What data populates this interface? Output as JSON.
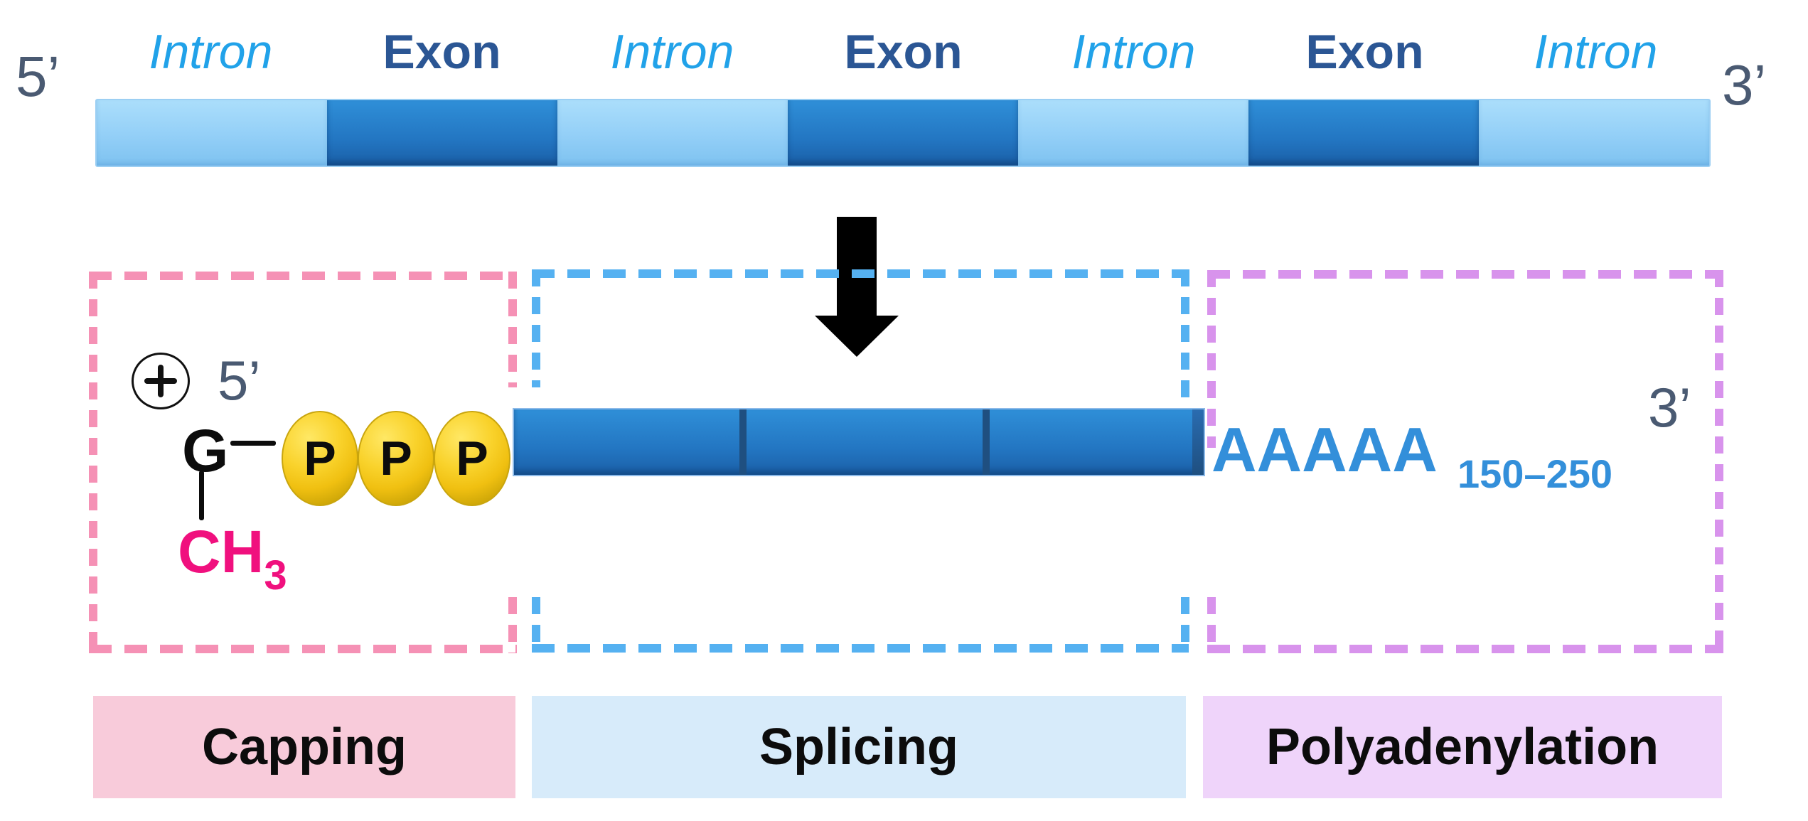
{
  "pre_mrna": {
    "five_prime_label": "5’",
    "three_prime_label": "3’",
    "segments": [
      {
        "type": "intron",
        "label": "Intron"
      },
      {
        "type": "exon",
        "label": "Exon"
      },
      {
        "type": "intron",
        "label": "Intron"
      },
      {
        "type": "exon",
        "label": "Exon"
      },
      {
        "type": "intron",
        "label": "Intron"
      },
      {
        "type": "exon",
        "label": "Exon"
      },
      {
        "type": "intron",
        "label": "Intron"
      }
    ]
  },
  "process_arrow": {
    "icon": "down-arrow",
    "color": "#000000"
  },
  "mrna": {
    "five_prime_label": "5’",
    "three_prime_label": "3’",
    "cap": {
      "plus_symbol": "+",
      "guanine_label": "G",
      "methyl_label": "CH",
      "methyl_subscript": "3",
      "phosphate_labels": [
        "P",
        "P",
        "P"
      ]
    },
    "exon_segment_count": 3,
    "poly_a_tail": "AAAAA",
    "poly_a_length": "150–250"
  },
  "stages": [
    {
      "name": "Capping",
      "dash_color": "#F591B5",
      "strip_color": "#F8CBDA"
    },
    {
      "name": "Splicing",
      "dash_color": "#55B1F1",
      "strip_color": "#D7EBFA"
    },
    {
      "name": "Polyadenylation",
      "dash_color": "#D893EC",
      "strip_color": "#EFD4FA"
    }
  ],
  "colors": {
    "intron_label": "#21A2E9",
    "exon_label": "#2B5694",
    "prime_label": "#4A5A72",
    "intron_fill_top": "#ABDEFB",
    "intron_fill_bottom": "#7EC2F0",
    "exon_fill_top": "#2F8FD8",
    "exon_fill_bottom": "#1A5FA7",
    "mrna_separator": "#1F4F80",
    "phosphate_fill": "#F0C011",
    "methyl_text": "#F0107E",
    "poly_a_text": "#338FDA"
  }
}
